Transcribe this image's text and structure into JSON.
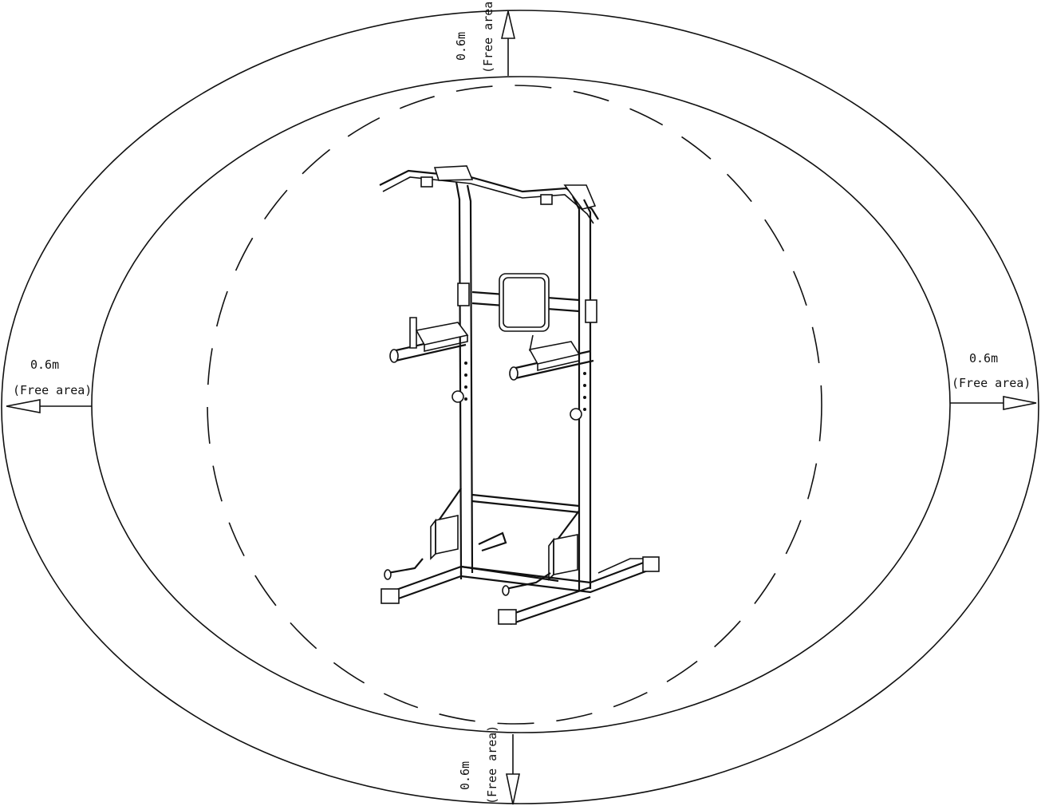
{
  "labels": {
    "top": {
      "distance": "0.6m",
      "note": "(Free area)"
    },
    "left": {
      "distance": "0.6m",
      "note": "(Free area)"
    },
    "right": {
      "distance": "0.6m",
      "note": "(Free area)"
    },
    "bottom": {
      "distance": "0.6m",
      "note": "(Free area)"
    }
  },
  "colors": {
    "line": "#111111",
    "background": "#ffffff"
  }
}
